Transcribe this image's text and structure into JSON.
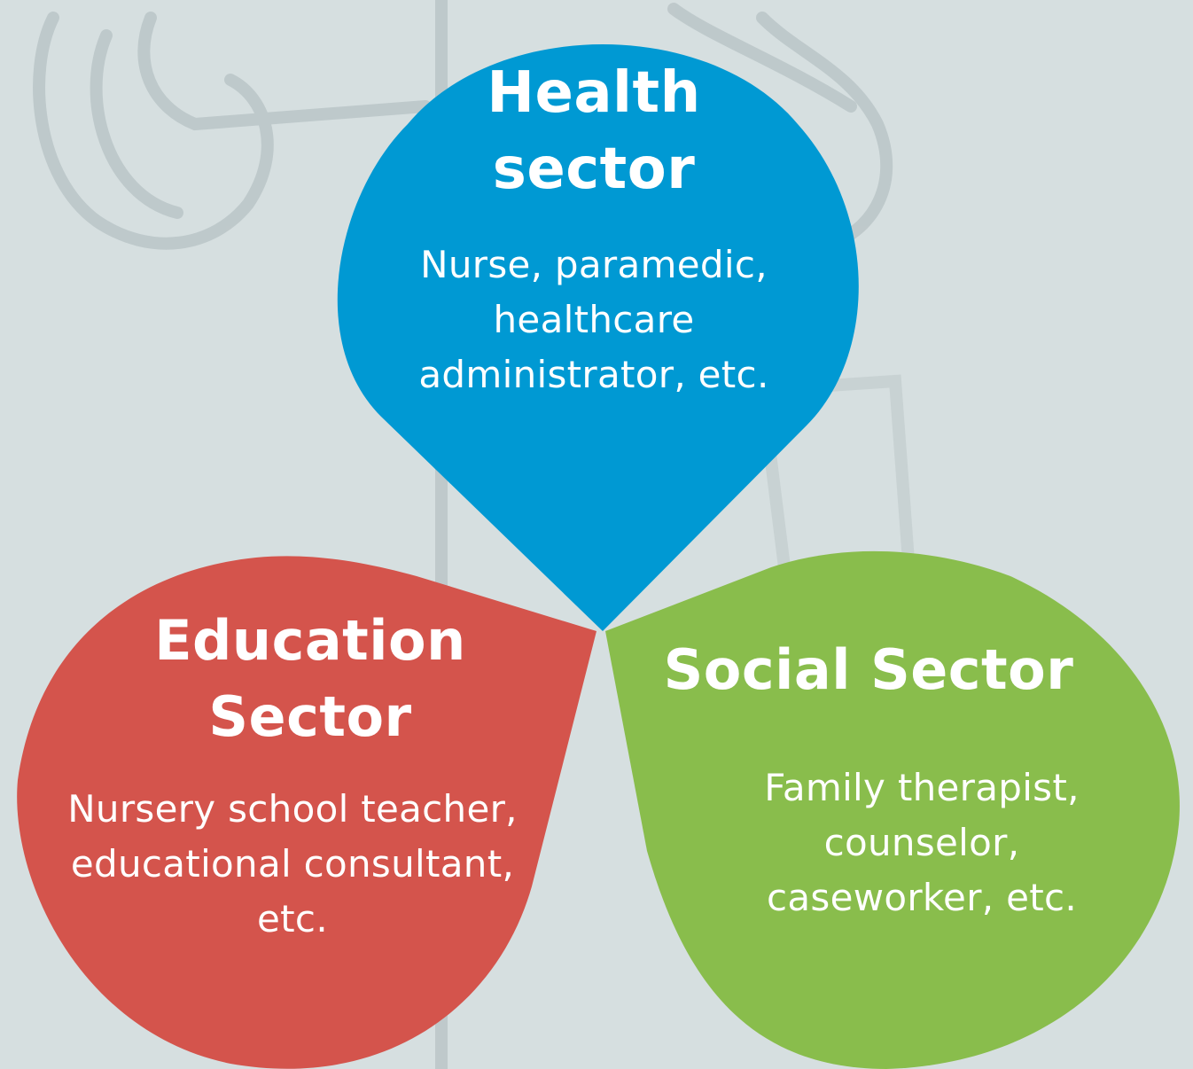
{
  "sectors": {
    "health": {
      "title": "Health sector",
      "description": "Nurse, paramedic, healthcare administrator, etc.",
      "color": "#0099d3"
    },
    "education": {
      "title": "Education Sector",
      "description": "Nursery school teacher, educational consultant, etc.",
      "color": "#d4544c"
    },
    "social": {
      "title": "Social Sector",
      "description": "Family therapist, counselor, caseworker, etc.",
      "color": "#89bd4c"
    }
  },
  "background": {
    "color": "#d6dfe0"
  }
}
